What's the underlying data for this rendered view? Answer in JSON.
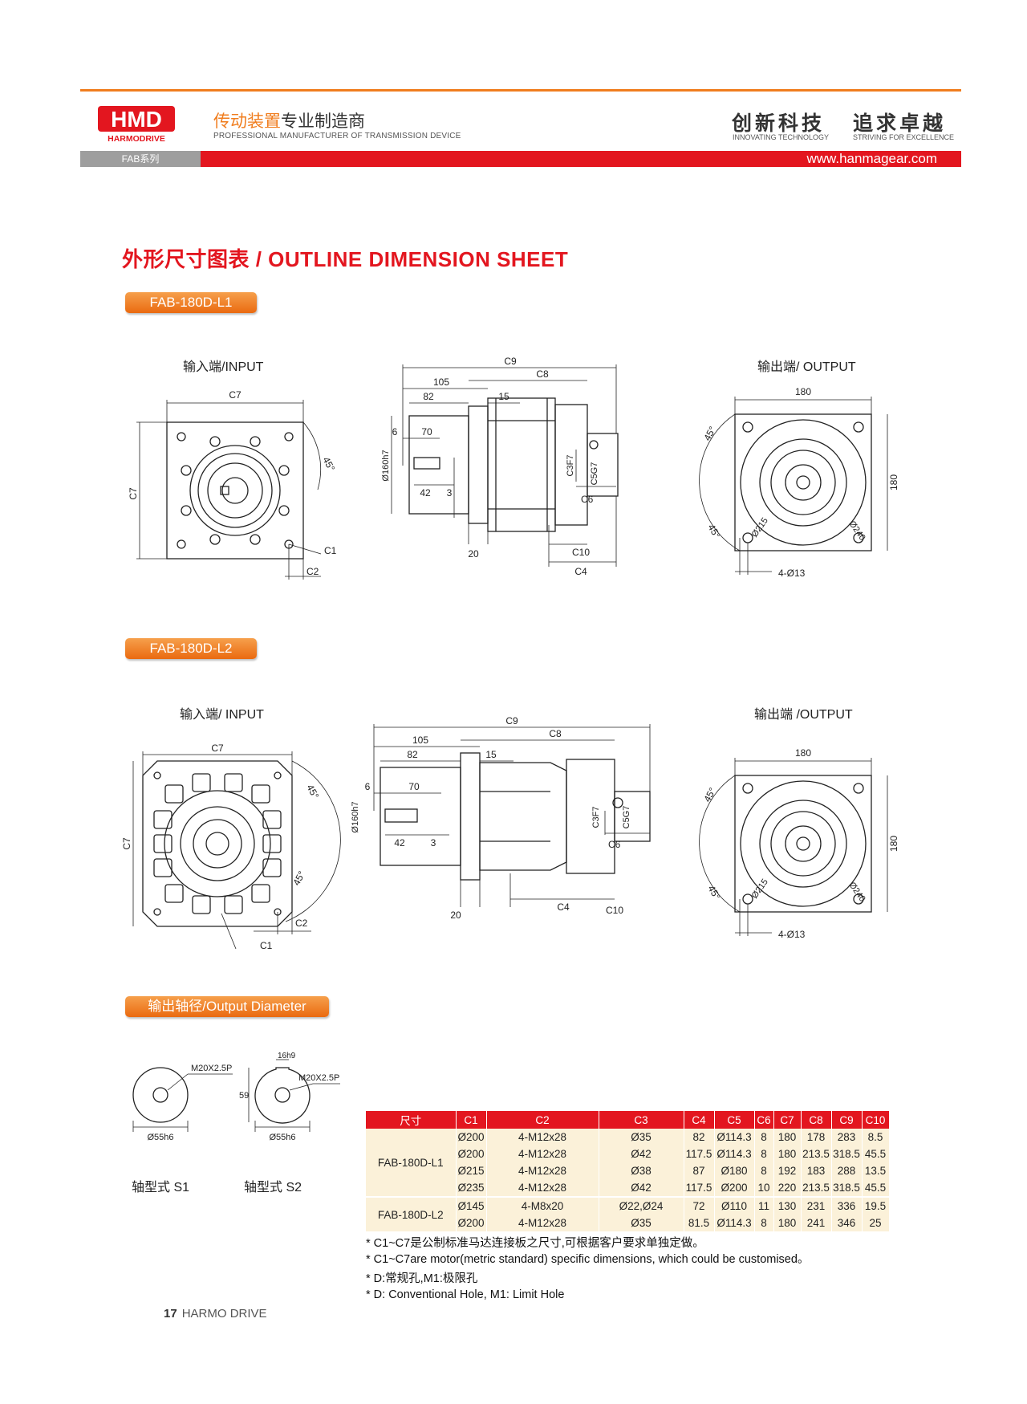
{
  "header": {
    "logo_text": "HMD",
    "logo_sub": "HARMODRIVE",
    "slogan_cn_a": "传动装置",
    "slogan_cn_b": "专业制造商",
    "slogan_en": "PROFESSIONAL MANUFACTURER OF TRANSMISSION DEVICE",
    "motto_1": "创新科技",
    "motto_1_en": "INNOVATING TECHNOLOGY",
    "motto_2": "追求卓越",
    "motto_2_en": "STRIVING FOR EXCELLENCE",
    "series": "FAB系列",
    "website": "www.hanmagear.com",
    "accent_color": "#e3161f",
    "orange_color": "#f07d1e"
  },
  "title": "外形尺寸图表 / OUTLINE DIMENSION SHEET",
  "section1": {
    "badge": "FAB-180D-L1",
    "input_label": "输入端/INPUT",
    "output_label": "输出端/ OUTPUT"
  },
  "section2": {
    "badge": "FAB-180D-L2",
    "input_label": "输入端/ INPUT",
    "output_label": "输出端 /OUTPUT"
  },
  "dims": {
    "c1": "C1",
    "c2": "C2",
    "c4": "C4",
    "c6": "C6",
    "c7": "C7",
    "c8": "C8",
    "c9": "C9",
    "c10": "C10",
    "c3": "C3F7",
    "c5": "C5G7",
    "d105": "105",
    "d82": "82",
    "d15": "15",
    "d6": "6",
    "d70": "70",
    "d42": "42",
    "d3": "3",
    "d20": "20",
    "d180": "180",
    "angle": "45°",
    "holes": "4-Ø13",
    "pcd215": "Ø215",
    "d240": "Ø240",
    "d160": "Ø160h7"
  },
  "section3": {
    "badge": "输出轴径/Output Diameter",
    "s1_label": "轴型式 S1",
    "s2_label": "轴型式 S2",
    "thread": "M20X2.5P",
    "shaft_dia": "Ø55h6",
    "key": "16h9",
    "key_depth": "59"
  },
  "table": {
    "headers": [
      "尺寸",
      "C1",
      "C2",
      "C3",
      "C4",
      "C5",
      "C6",
      "C7",
      "C8",
      "C9",
      "C10"
    ],
    "groups": [
      {
        "model": "FAB-180D-L1",
        "rows": [
          [
            "Ø200",
            "4-M12x28",
            "Ø35",
            "82",
            "Ø114.3",
            "8",
            "180",
            "178",
            "283",
            "8.5"
          ],
          [
            "Ø200",
            "4-M12x28",
            "Ø42",
            "117.5",
            "Ø114.3",
            "8",
            "180",
            "213.5",
            "318.5",
            "45.5"
          ],
          [
            "Ø215",
            "4-M12x28",
            "Ø38",
            "87",
            "Ø180",
            "8",
            "192",
            "183",
            "288",
            "13.5"
          ],
          [
            "Ø235",
            "4-M12x28",
            "Ø42",
            "117.5",
            "Ø200",
            "10",
            "220",
            "213.5",
            "318.5",
            "45.5"
          ]
        ]
      },
      {
        "model": "FAB-180D-L2",
        "rows": [
          [
            "Ø145",
            "4-M8x20",
            "Ø22,Ø24",
            "72",
            "Ø110",
            "11",
            "130",
            "231",
            "336",
            "19.5"
          ],
          [
            "Ø200",
            "4-M12x28",
            "Ø35",
            "81.5",
            "Ø114.3",
            "8",
            "180",
            "241",
            "346",
            "25"
          ]
        ]
      }
    ]
  },
  "notes": [
    "* C1~C7是公制标准马达连接板之尺寸,可根据客户要求单独定做。",
    "* C1~C7are motor(metric standard)  specific dimensions, which could be customised。",
    "* D:常规孔,M1:极限孔",
    "* D: Conventional Hole, M1: Limit Hole"
  ],
  "footer": {
    "page": "17",
    "brand": "HARMO DRIVE"
  }
}
